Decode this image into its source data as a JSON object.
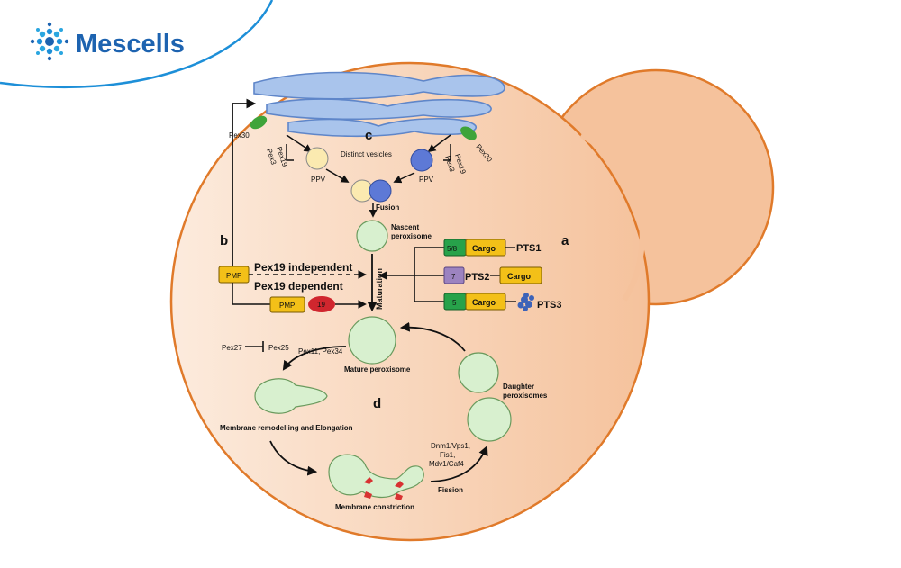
{
  "brand": {
    "name": "Mescells",
    "color": "#1d63b0"
  },
  "colors": {
    "cell_border": "#e07a2a",
    "cell_fill": "#f6c7a3",
    "er_fill": "#a9c4ec",
    "peroxisome_fill": "#d8f0cf",
    "box_yellow": "#f3c018",
    "box_green": "#27a24a",
    "box_purple": "#9c83c0",
    "pex19_red": "#d0262e",
    "vesicle_yellow": "#fbeab0",
    "vesicle_blue": "#5d79d6"
  },
  "diagram": {
    "section_labels": {
      "a": "a",
      "b": "b",
      "c": "c",
      "d": "d"
    },
    "pex30_left": "Pex30",
    "pex30_right": "Pex30",
    "pex19_left": "Pex19",
    "pex3_left": "Pex3",
    "pex19_right": "Pex19",
    "pex3_right": "Pex3",
    "distinct_vesicles": "Distinct vesicles",
    "ppv_left": "PPV",
    "ppv_right": "PPV",
    "fusion": "Fusion",
    "nascent_1": "Nascent",
    "nascent_2": "peroxisome",
    "maturation": "Maturation",
    "pmp_top": "PMP",
    "pmp_bottom": "PMP",
    "pex19_badge": "19",
    "pex19_independent": "Pex19 independent",
    "pex19_dependent": "Pex19 dependent",
    "pts_rows": [
      {
        "receptor": "5/8",
        "cargo": "Cargo",
        "signal": "PTS1"
      },
      {
        "receptor": "7",
        "cargo": "Cargo",
        "signal": "PTS2"
      },
      {
        "receptor": "5",
        "cargo": "Cargo",
        "signal": "PTS3"
      }
    ],
    "pex27": "Pex27",
    "pex25": "Pex25",
    "pex11_pex34": "Pex11, Pex34",
    "mature_peroxisome": "Mature peroxisome",
    "membrane_remodelling": "Membrane remodelling  and Elongation",
    "daughter_1": "Daughter",
    "daughter_2": "peroxisomes",
    "fission_factors": [
      "Dnm1/Vps1,",
      "Fis1,",
      "Mdv1/Caf4"
    ],
    "fission": "Fission",
    "membrane_constriction": "Membrane constriction"
  }
}
